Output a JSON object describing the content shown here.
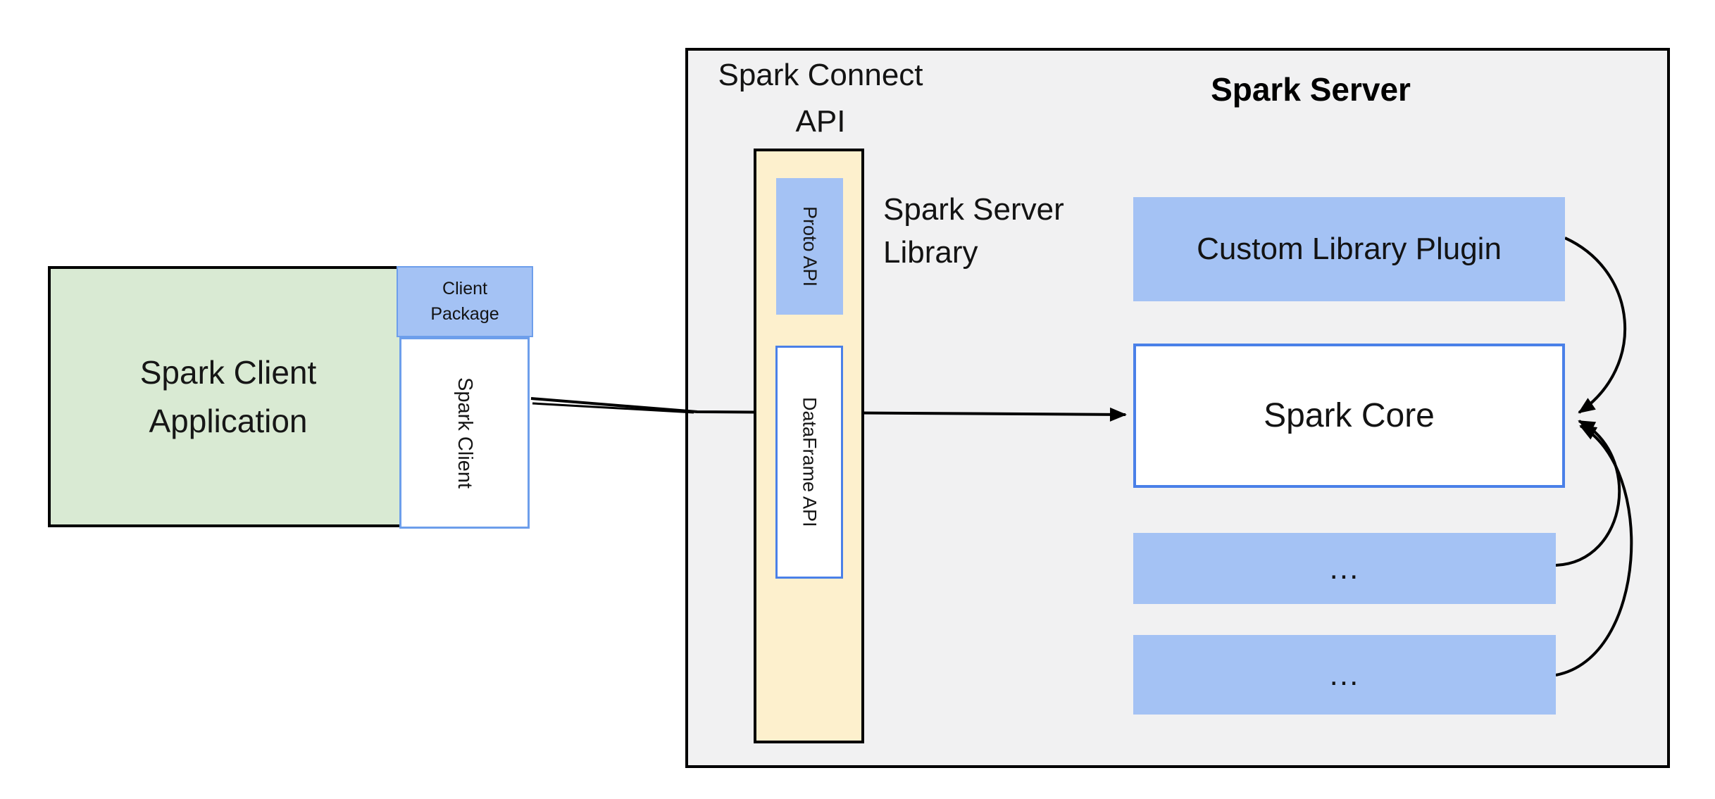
{
  "diagram": {
    "client": {
      "app_line1": "Spark Client",
      "app_line2": "Application",
      "package_line1": "Client",
      "package_line2": "Package",
      "client_label": "Spark Client"
    },
    "connect": {
      "title_line1": "Spark Connect",
      "title_line2": "API",
      "proto_label": "Proto API",
      "dataframe_label": "DataFrame API",
      "library_line1": "Spark Server",
      "library_line2": "Library"
    },
    "server": {
      "title": "Spark Server",
      "plugin_label": "Custom Library Plugin",
      "core_label": "Spark Core",
      "placeholder1": "...",
      "placeholder2": "..."
    },
    "colors": {
      "green_fill": "#d9ead3",
      "blue_fill": "#a4c2f4",
      "yellow_fill": "#fdf0cd",
      "gray_fill": "#f1f1f2",
      "light_blue_border": "#6d9eeb",
      "blue_border": "#4a80e8",
      "line_black": "#000000"
    }
  }
}
